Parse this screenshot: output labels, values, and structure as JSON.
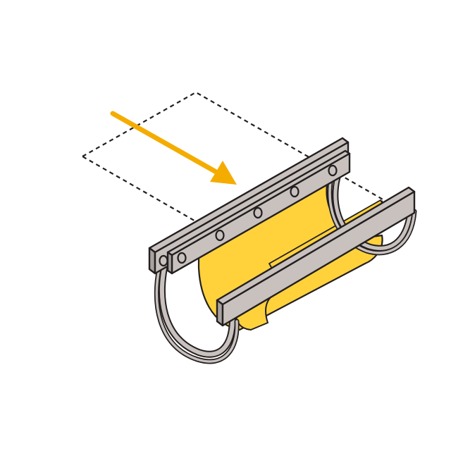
{
  "colors": {
    "background": "#ffffff",
    "outline": "#231f20",
    "frame_gray": "#c8c1be",
    "frame_gray_dark": "#a9a29f",
    "tarp_yellow": "#ffd23c",
    "tarp_yellow_shade": "#f5c21b",
    "arrow_orange": "#f5ac00"
  },
  "illustration": {
    "subject": "stretcher-frame",
    "icons": [
      "dashed-target-outline",
      "insert-arrow-icon",
      "bolt-holes"
    ]
  }
}
